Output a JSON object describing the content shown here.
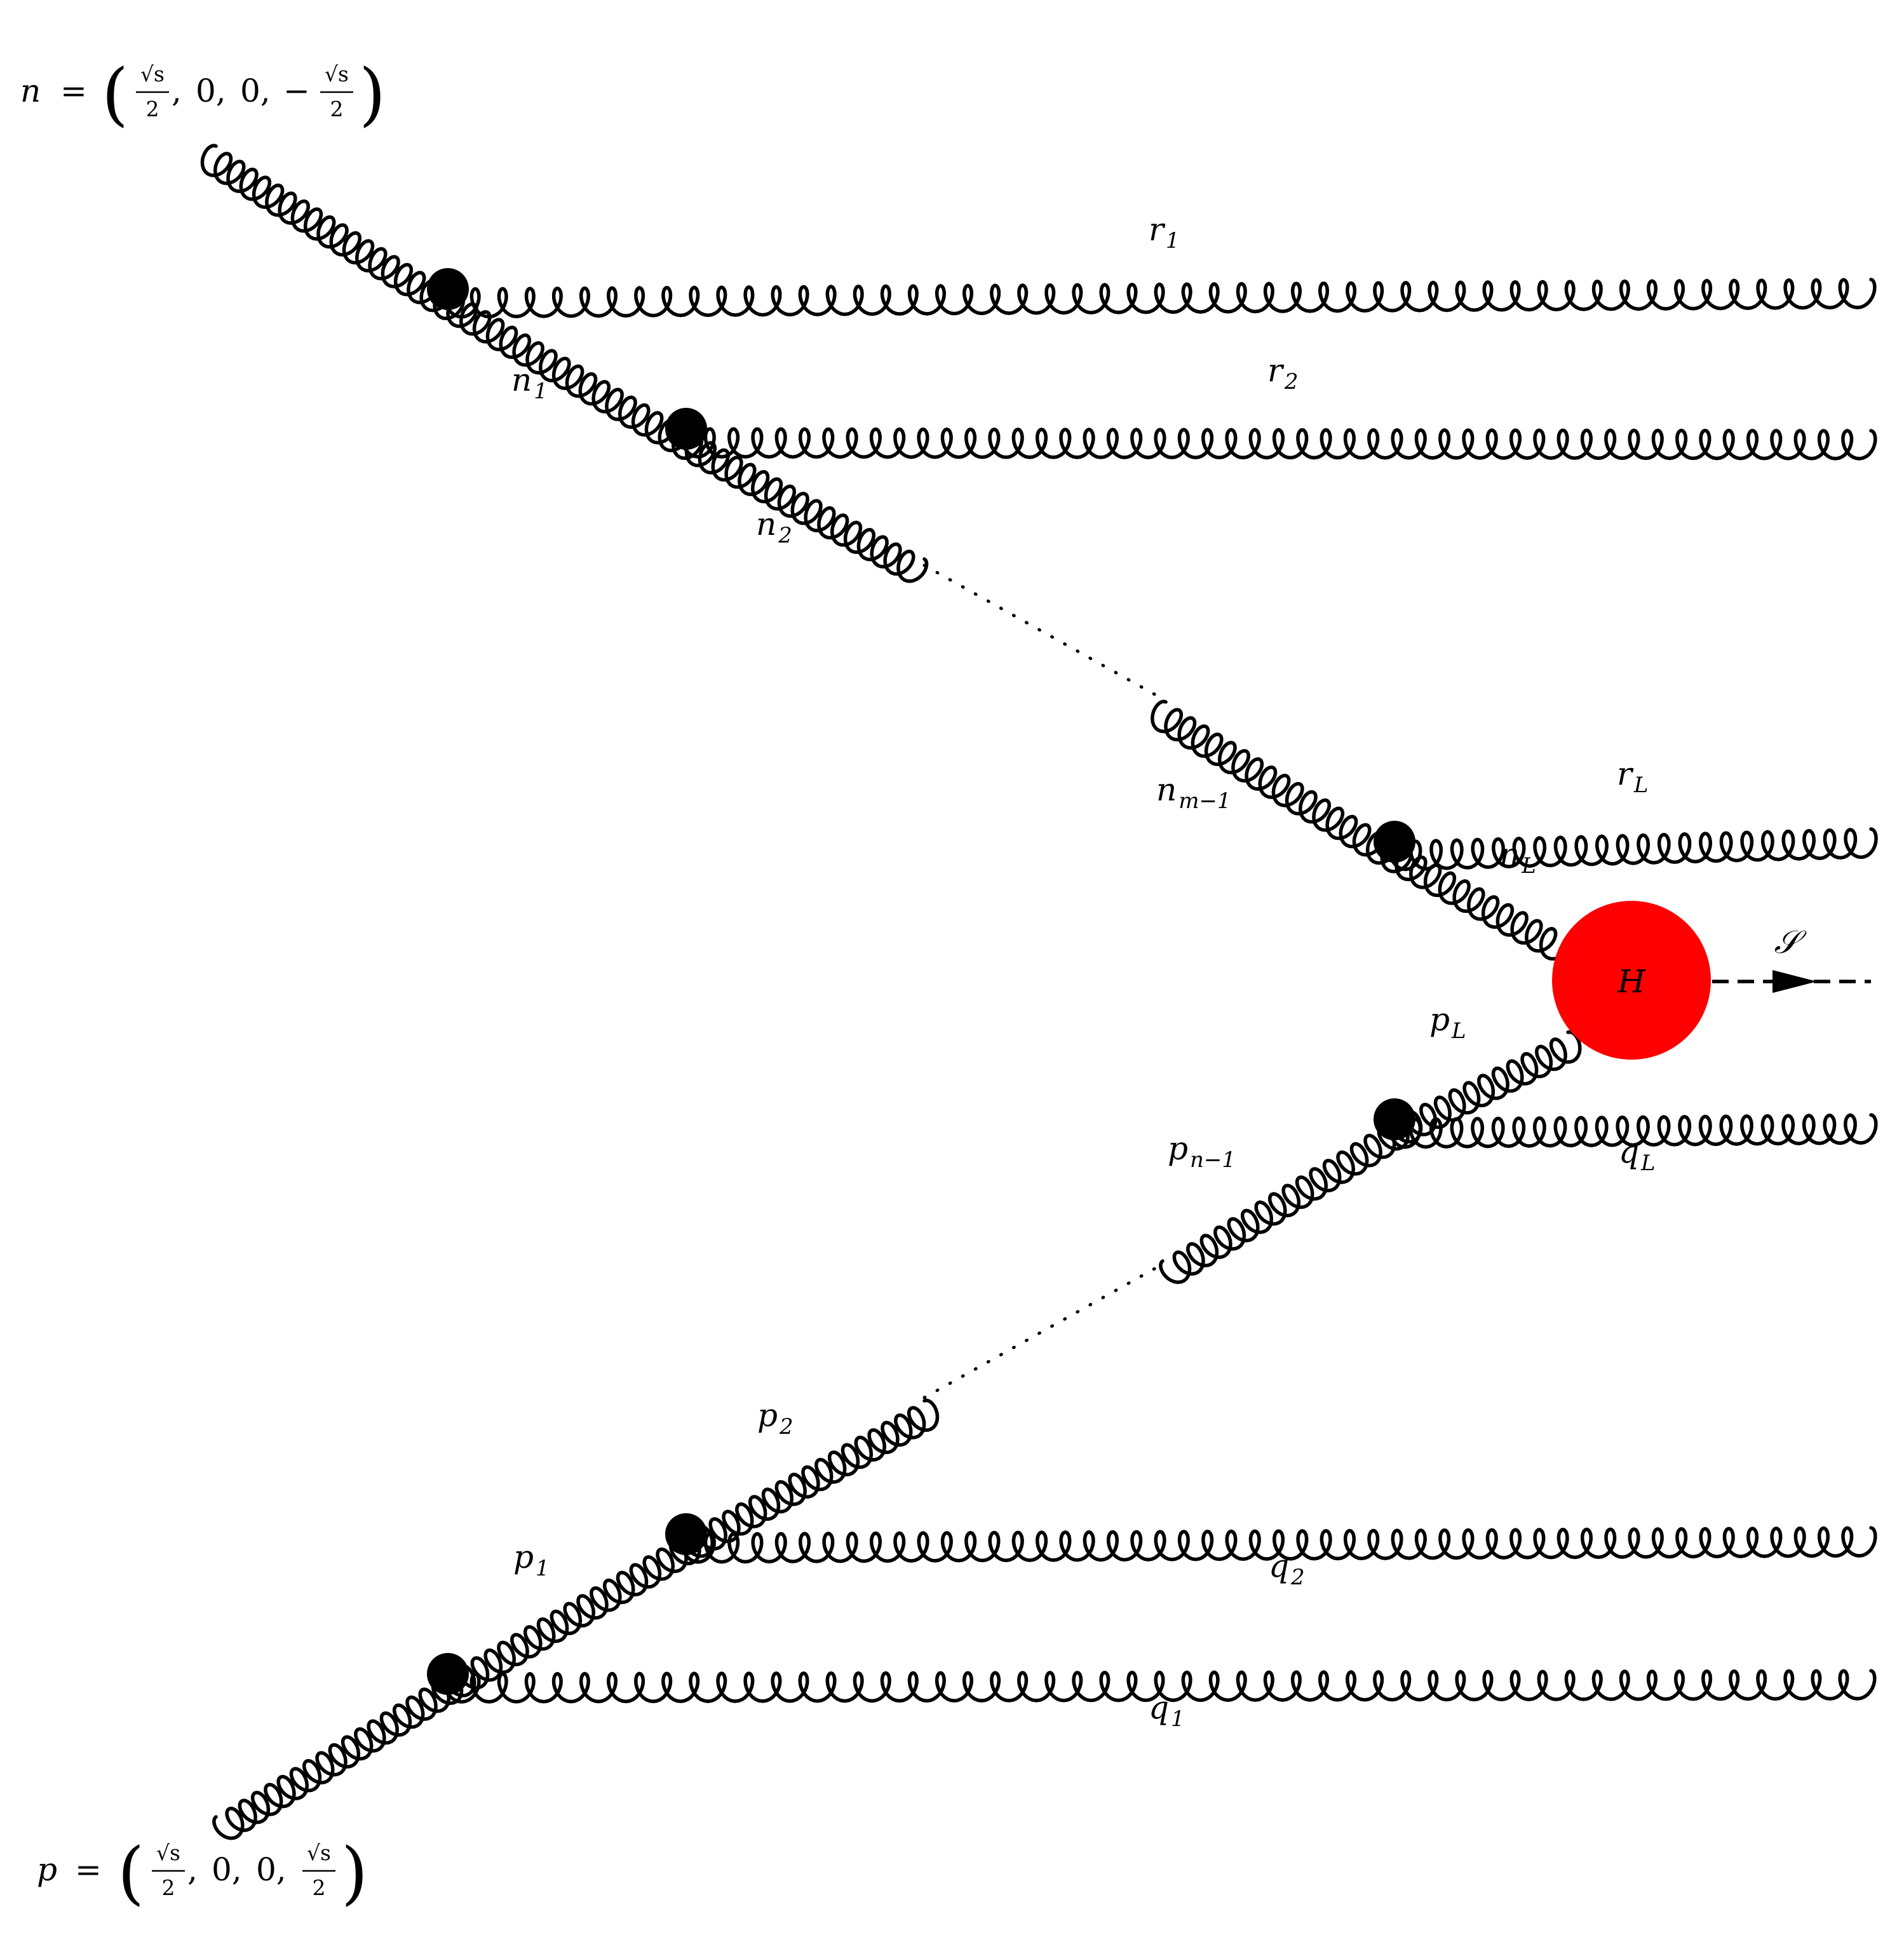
{
  "momenta": {
    "n": {
      "lhs": "n",
      "eq": "=",
      "comp_num": "√s",
      "comp_den": "2",
      "zero1": "0,",
      "zero2": "0,",
      "sep": ",",
      "minus": "−"
    },
    "p": {
      "lhs": "p",
      "eq": "=",
      "comp_num": "√s",
      "comp_den": "2",
      "zero1": "0,",
      "zero2": "0,",
      "sep": ","
    }
  },
  "labels": {
    "r1": {
      "base": "r",
      "sub": "1"
    },
    "r2": {
      "base": "r",
      "sub": "2"
    },
    "n1": {
      "base": "n",
      "sub": "1"
    },
    "n2": {
      "base": "n",
      "sub": "2"
    },
    "nm1": {
      "base": "n",
      "sub": "m−1"
    },
    "rL": {
      "base": "r",
      "sub": "L"
    },
    "nL": {
      "base": "n",
      "sub": "L"
    },
    "pL": {
      "base": "p",
      "sub": "L"
    },
    "pn1": {
      "base": "p",
      "sub": "n−1"
    },
    "qL": {
      "base": "q",
      "sub": "L"
    },
    "p2": {
      "base": "p",
      "sub": "2"
    },
    "q2": {
      "base": "q",
      "sub": "2"
    },
    "p1": {
      "base": "p",
      "sub": "1"
    },
    "q1": {
      "base": "q",
      "sub": "1"
    }
  },
  "blob": {
    "label": "H",
    "color": "#ff0000"
  },
  "scalar": {
    "label": "𝒮"
  },
  "colors": {
    "line": "#000000",
    "vertex": "#000000",
    "background": "#ffffff"
  }
}
